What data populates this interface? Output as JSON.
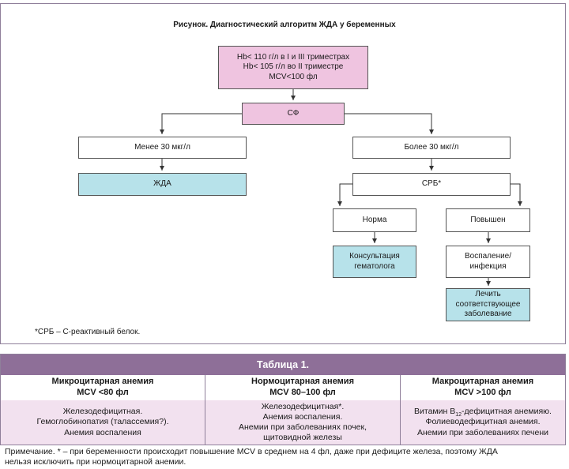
{
  "figure": {
    "title": "Рисунок. Диагностический алгоритм ЖДА у беременных",
    "nodes": {
      "criteria": "Hb< 110 г/л в I и III триместрах\nHb< 105 г/л во II триместре\nMCV<100 фл",
      "sf": "СФ",
      "less30": "Менее 30 мкг/л",
      "ida": "ЖДА",
      "more30": "Более 30 мкг/л",
      "crp": "СРБ*",
      "norm": "Норма",
      "elevated": "Повышен",
      "hematologist": "Консультация\nгематолога",
      "inflammation": "Воспаление/\nинфекция",
      "treat": "Лечить\nсоответствующее\nзаболевание"
    },
    "footnote": "*СРБ – С-реактивный белок.",
    "colors": {
      "pink": "#efc4e0",
      "cyan": "#b7e2ea",
      "frame": "#8f7f9a"
    }
  },
  "table": {
    "title": "Таблица 1.",
    "headers": [
      "Микроцитарная анемия\nMCV <80 фл",
      "Нормоцитарная анемия\nMCV 80–100 фл",
      "Макроцитарная анемия\nMCV >100 фл"
    ],
    "cells": {
      "micro": "Железодефицитная.\nГемоглобинопатия (талассемия?).\nАнемия воспаления",
      "normo": "Железодефицитная*.\nАнемия воспаления.\nАнемии при заболеваниях почек,\nщитовидной железы",
      "macro_prefix": "Витамин B",
      "macro_sub": "12",
      "macro_rest": "-дефицитная анемияю.\nФолиеводефицитная анемия.\nАнемии при заболеваниях печени"
    },
    "colors": {
      "header": "#8e6f98",
      "cell": "#f2e1ef"
    }
  },
  "note": "Примечание. * – при беременности происходит повышение MCV в среднем на 4 фл, даже при дефиците железа, поэтому ЖДА\nнельзя исключить при нормоцитарной анемии."
}
